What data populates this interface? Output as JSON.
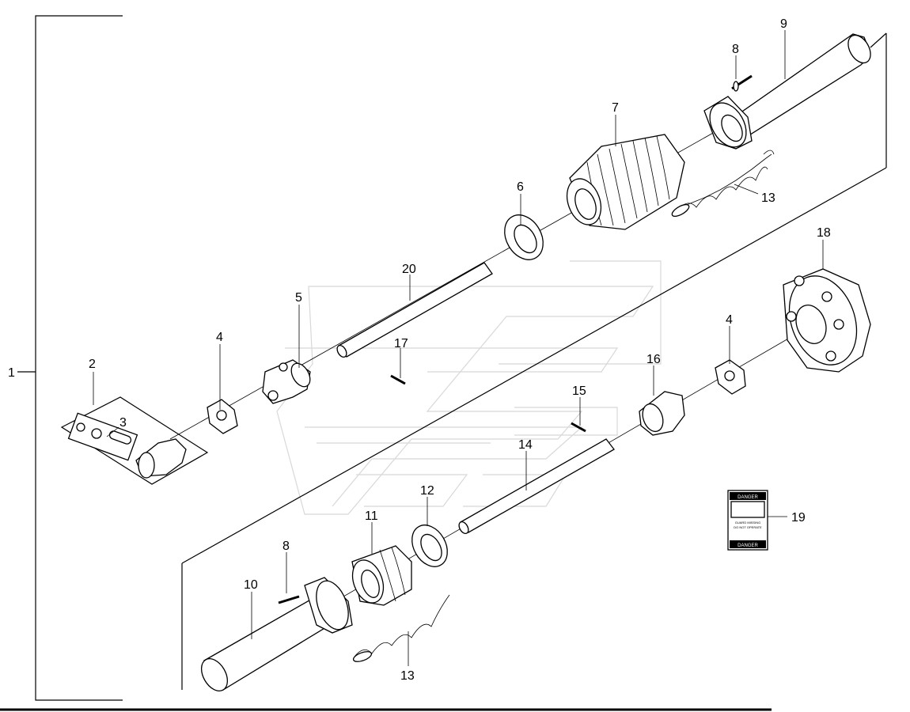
{
  "callouts": {
    "c1": "1",
    "c2": "2",
    "c3": "3",
    "c4a": "4",
    "c4b": "4",
    "c5": "5",
    "c6": "6",
    "c7": "7",
    "c8a": "8",
    "c8b": "8",
    "c9": "9",
    "c10": "10",
    "c11": "11",
    "c12": "12",
    "c13a": "13",
    "c13b": "13",
    "c14": "14",
    "c15": "15",
    "c16": "16",
    "c17": "17",
    "c18": "18",
    "c19": "19",
    "c20": "20"
  },
  "label_19": {
    "top": "DANGER",
    "mid1": "GUARD MISSING",
    "mid2": "DO NOT OPERATE",
    "bottom": "DANGER"
  }
}
